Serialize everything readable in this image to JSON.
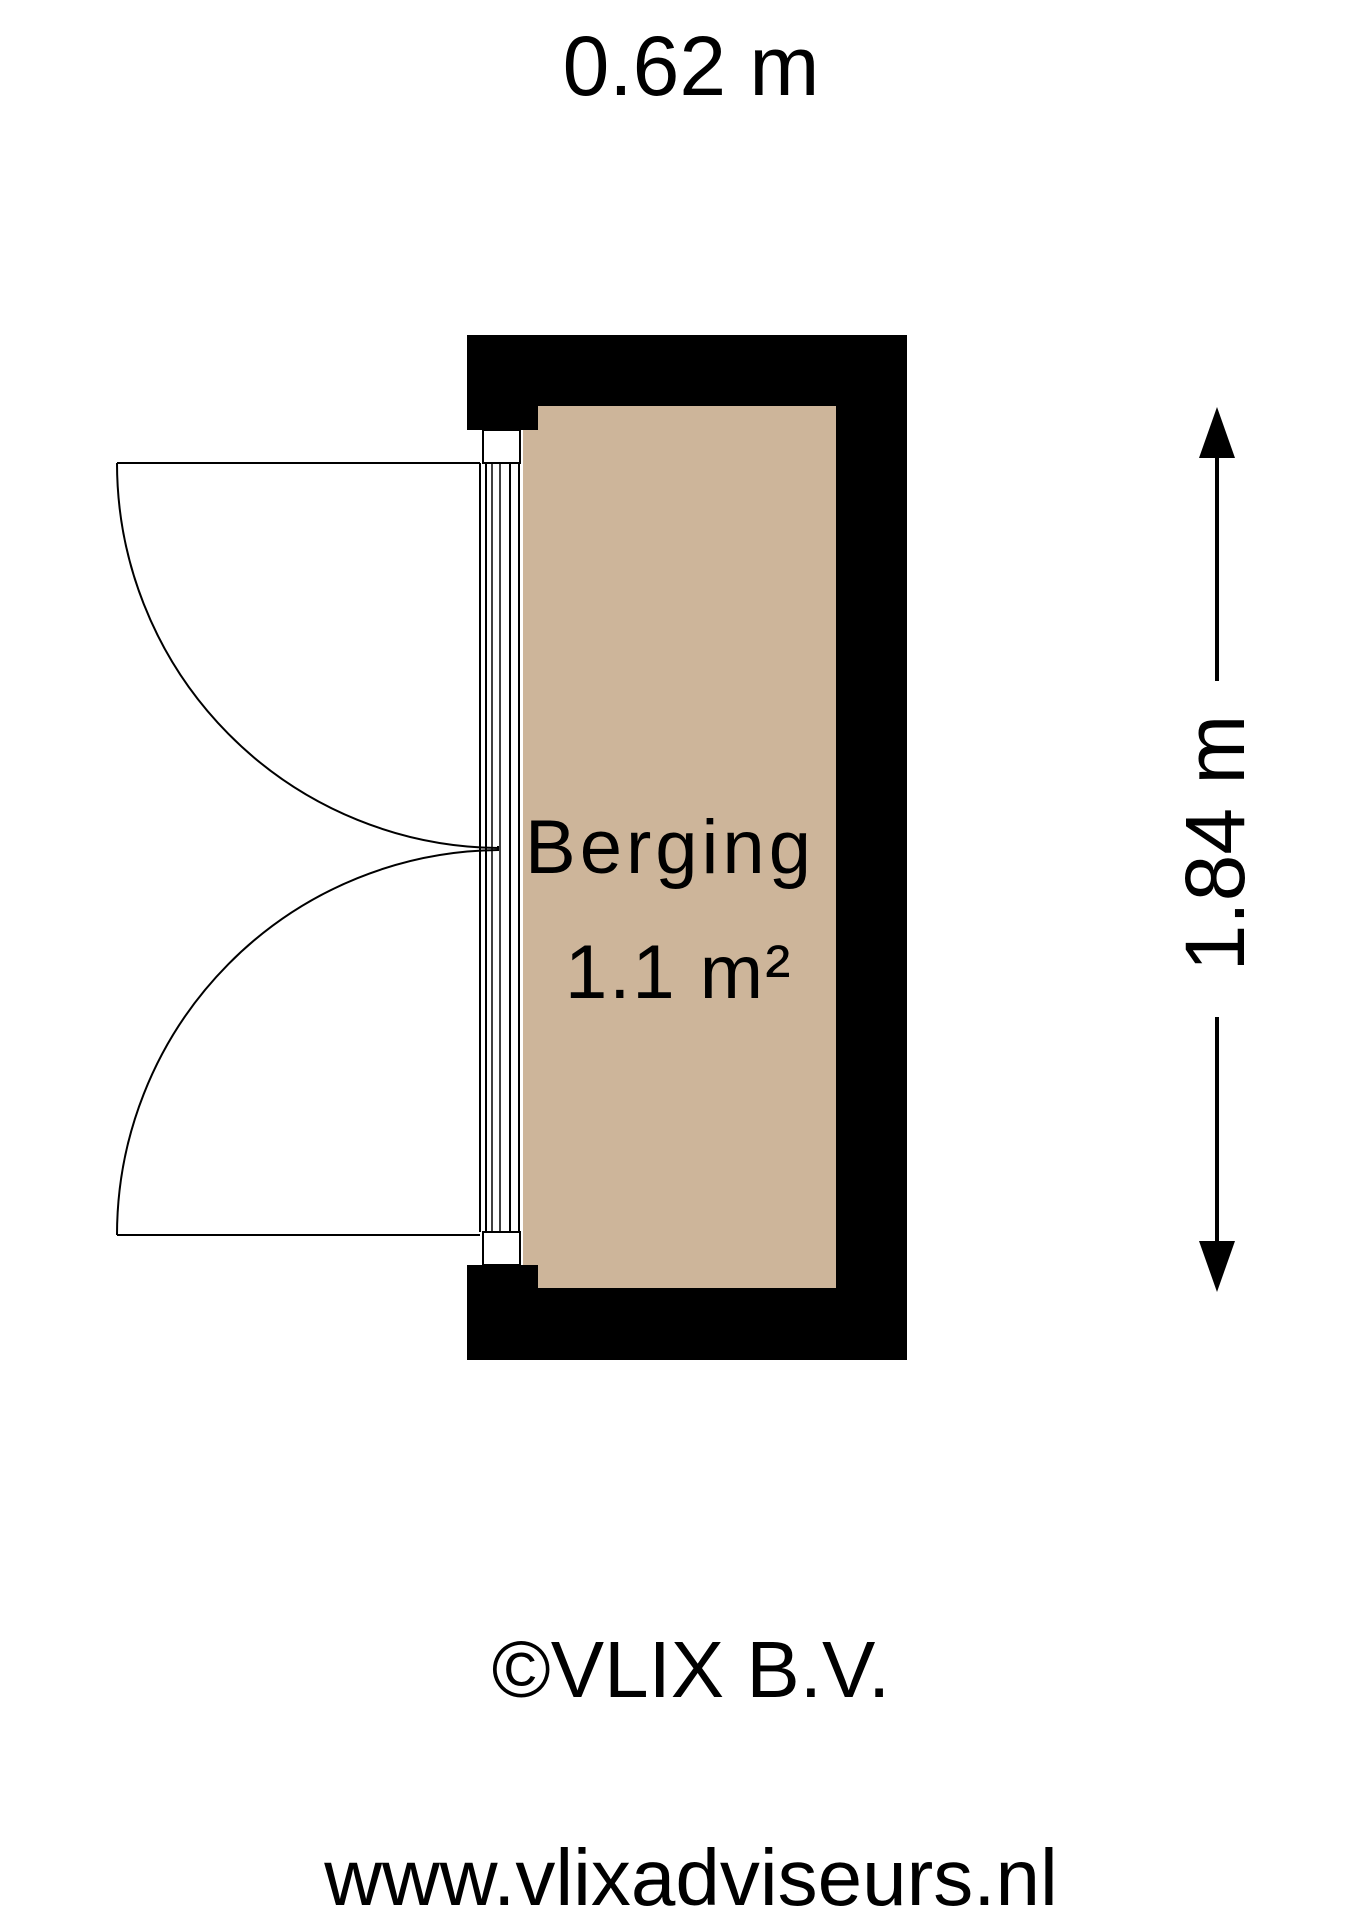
{
  "dimensions": {
    "width": "0.62 m",
    "height": "1.84 m"
  },
  "room": {
    "name": "Berging",
    "area": "1.1 m²"
  },
  "footer": {
    "copyright": "©VLIX B.V.",
    "website": "www.vlixadviseurs.nl"
  },
  "colors": {
    "floor": "#cdb59a",
    "wall": "#000000",
    "background": "#ffffff"
  }
}
